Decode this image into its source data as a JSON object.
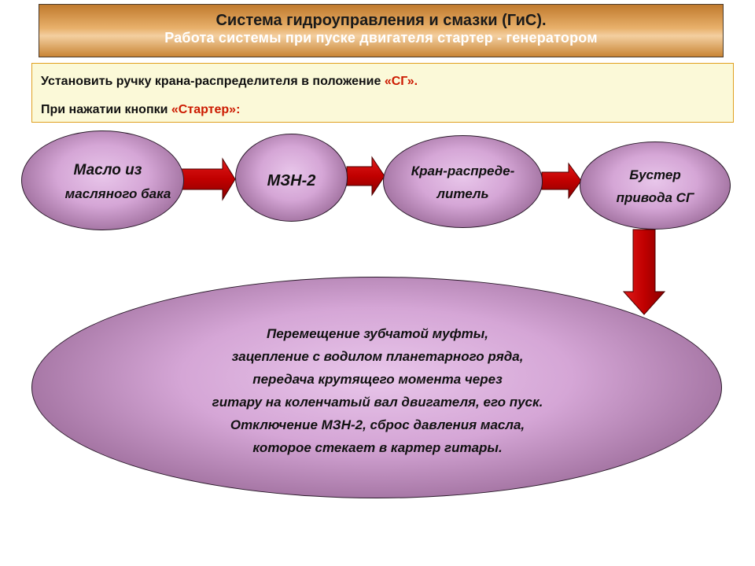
{
  "header": {
    "title": "Система гидроуправления и смазки (ГиС).",
    "subtitle": "Работа системы при пуске двигателя стартер - генератором"
  },
  "instructions": {
    "line1_text": "Установить ручку крана-распределителя в положение ",
    "line1_highlight": "«СГ».",
    "line2_text": "При нажатии кнопки ",
    "line2_highlight": "«Стартер»:"
  },
  "nodes": {
    "oil_line1": "Масло из",
    "oil_line2": "масляного бака",
    "pump": "МЗН-2",
    "valve_line1": "Кран-распреде-",
    "valve_line2": "литель",
    "booster_line1": "Бустер",
    "booster_line2": "привода СГ"
  },
  "result": {
    "lines": [
      "Перемещение зубчатой муфты,",
      "зацепление с водилом планетарного ряда,",
      "передача крутящего момента через",
      "гитару на коленчатый вал двигателя, его пуск.",
      "Отключение МЗН-2, сброс давления масла,",
      "которое стекает в картер гитары."
    ]
  },
  "colors": {
    "arrow": "#cc0000",
    "highlight": "#cc1a00",
    "oval": "#d5a6d6"
  }
}
